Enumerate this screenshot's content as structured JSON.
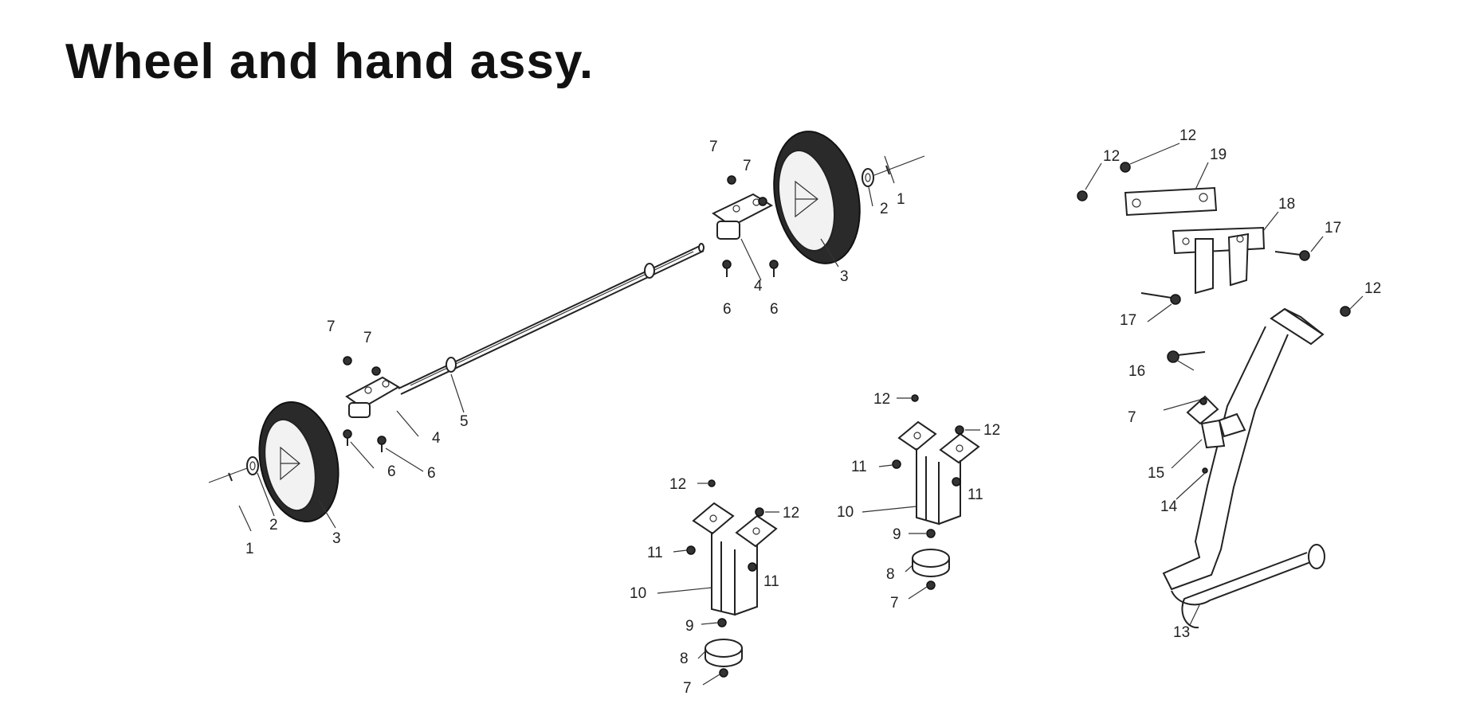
{
  "title": "Wheel and hand assy.",
  "parts": [
    {
      "number": "1"
    },
    {
      "number": "1"
    },
    {
      "number": "2"
    },
    {
      "number": "2"
    },
    {
      "number": "3"
    },
    {
      "number": "3"
    },
    {
      "number": "4"
    },
    {
      "number": "4"
    },
    {
      "number": "5"
    },
    {
      "number": "6"
    },
    {
      "number": "6"
    },
    {
      "number": "6"
    },
    {
      "number": "6"
    },
    {
      "number": "7"
    },
    {
      "number": "7"
    },
    {
      "number": "7"
    },
    {
      "number": "7"
    },
    {
      "number": "7"
    },
    {
      "number": "7"
    },
    {
      "number": "7"
    },
    {
      "number": "8"
    },
    {
      "number": "8"
    },
    {
      "number": "9"
    },
    {
      "number": "9"
    },
    {
      "number": "10"
    },
    {
      "number": "10"
    },
    {
      "number": "11"
    },
    {
      "number": "11"
    },
    {
      "number": "11"
    },
    {
      "number": "11"
    },
    {
      "number": "12"
    },
    {
      "number": "12"
    },
    {
      "number": "12"
    },
    {
      "number": "12"
    },
    {
      "number": "12"
    },
    {
      "number": "12"
    },
    {
      "number": "12"
    },
    {
      "number": "13"
    },
    {
      "number": "14"
    },
    {
      "number": "15"
    },
    {
      "number": "16"
    },
    {
      "number": "17"
    },
    {
      "number": "17"
    },
    {
      "number": "18"
    },
    {
      "number": "19"
    }
  ]
}
